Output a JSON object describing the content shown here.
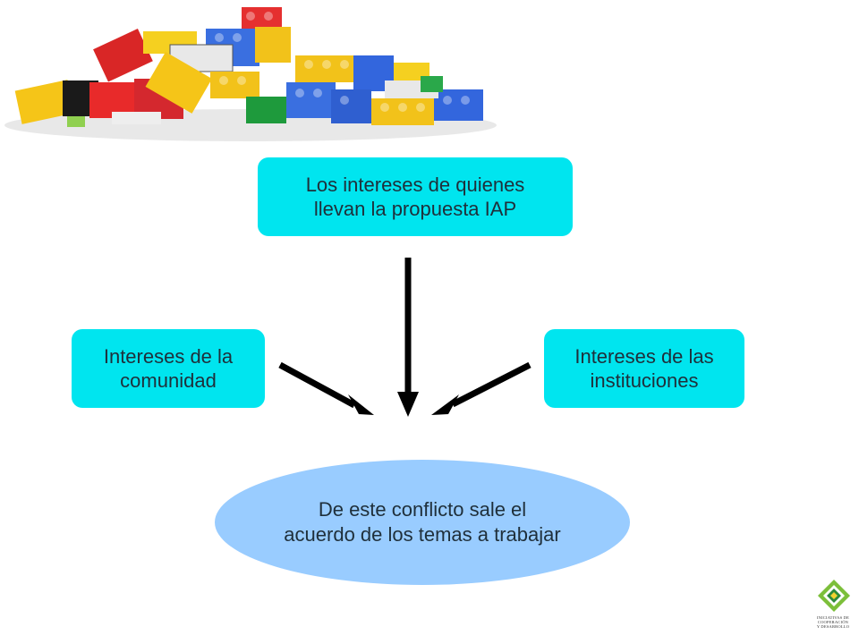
{
  "diagram": {
    "top_box": "Los intereses de quienes\nllevan la propuesta IAP",
    "left_box": "Intereses de la\ncomunidad",
    "right_box": "Intereses de las\ninstituciones",
    "ellipse": "De este conflicto sale el\nacuerdo de los temas a trabajar"
  },
  "logo": {
    "text": "INICIATIVAS DE\nCOOPERACIÓN\nY DESARROLLO"
  },
  "colors": {
    "box_fill": "#00e5ef",
    "ellipse_fill": "#99ccff",
    "arrow": "#000000"
  },
  "icons": {
    "header_image": "toy-bricks-pile",
    "logo": "diamond-logo"
  }
}
